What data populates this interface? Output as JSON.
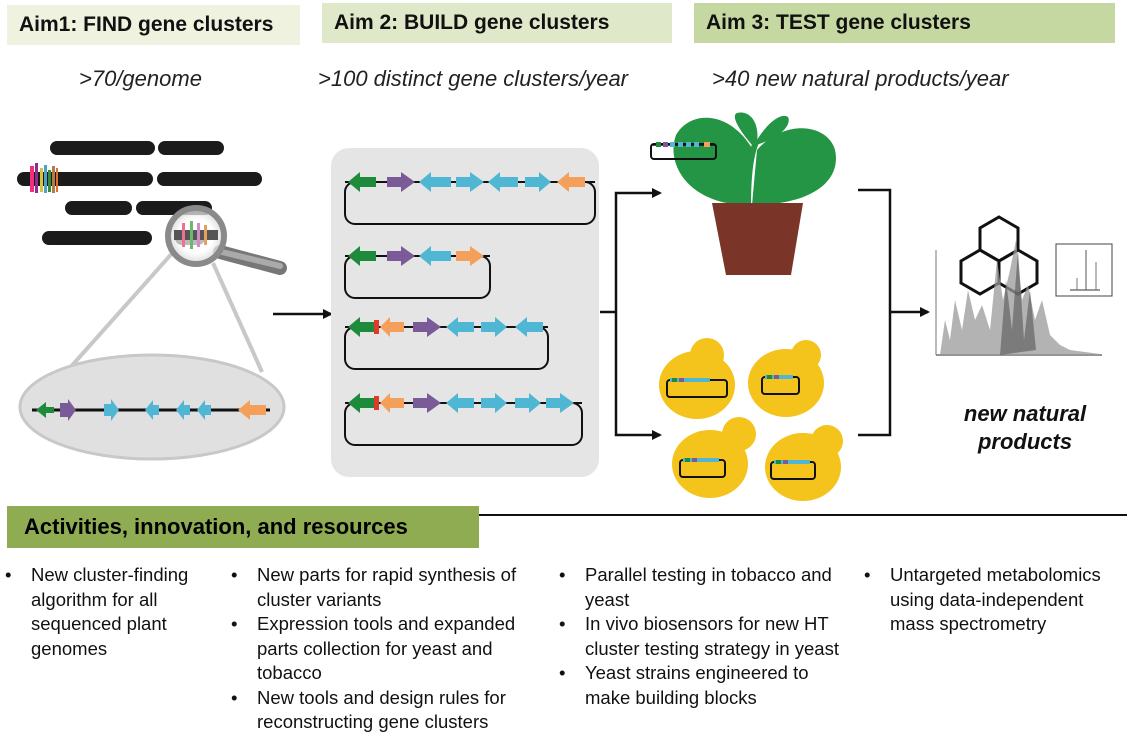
{
  "aims": [
    {
      "title": "Aim1: FIND gene clusters",
      "subtitle": ">70/genome",
      "color": "#eef2df"
    },
    {
      "title": "Aim 2: BUILD gene clusters",
      "subtitle": ">100 distinct gene clusters/year",
      "color": "#dfe8c8"
    },
    {
      "title": "Aim 3: TEST gene clusters",
      "subtitle": ">40 new natural products/year",
      "color": "#c6d8a1"
    }
  ],
  "outcome": {
    "line1": "new natural",
    "line2": "products"
  },
  "activities": {
    "title": "Activities, innovation, and resources",
    "color": "#8fac52",
    "columns": [
      [
        "New cluster-finding algorithm for all sequenced plant genomes"
      ],
      [
        "New parts for rapid synthesis of cluster variants",
        "Expression tools and expanded parts collection for yeast and tobacco",
        "New tools and design rules for reconstructing gene clusters"
      ],
      [
        "Parallel testing in tobacco and yeast",
        "In vivo biosensors for new HT cluster testing strategy in yeast",
        "Yeast strains engineered to make building blocks"
      ],
      [
        "Untargeted metabolomics using data-independent mass spectrometry"
      ]
    ]
  },
  "colors": {
    "green_gene": "#1e8a3c",
    "purple_gene": "#7b5b97",
    "blue_gene": "#4fb6d4",
    "orange_gene": "#f5a05a",
    "red_gene": "#e03a2a",
    "plant_leaf": "#249445",
    "pot": "#7a3528",
    "yeast": "#f4c31c",
    "panel_gray": "#e4e5e4"
  }
}
